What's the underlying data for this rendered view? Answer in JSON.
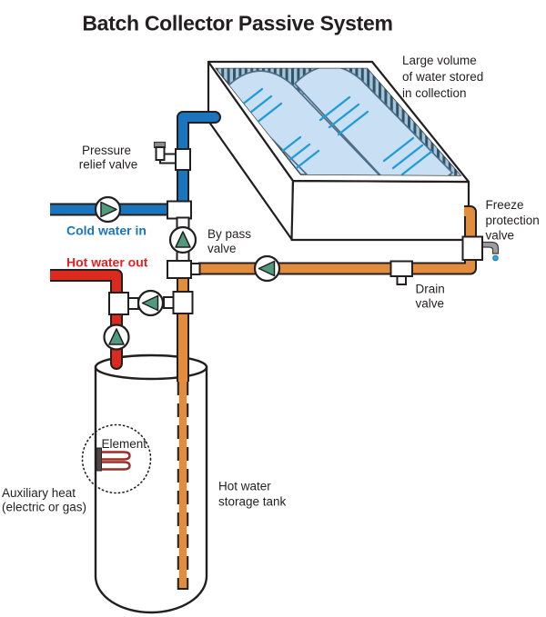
{
  "title": "Batch Collector Passive System",
  "labels": {
    "collector": {
      "lines": [
        "Large volume",
        "of water stored",
        "in collection"
      ]
    },
    "pressure_relief_valve": {
      "lines": [
        "Pressure",
        "relief valve"
      ]
    },
    "cold_water_in": {
      "text": "Cold water in",
      "color": "#1B75BC"
    },
    "hot_water_out": {
      "text": "Hot water out",
      "color": "#E0231F"
    },
    "bypass_valve": {
      "lines": [
        "By pass",
        "valve"
      ]
    },
    "freeze_protection_valve": {
      "lines": [
        "Freeze",
        "protection",
        "valve"
      ]
    },
    "drain_valve": {
      "lines": [
        "Drain",
        "valve"
      ]
    },
    "element": {
      "text": "Element"
    },
    "auxiliary_heat": {
      "lines": [
        "Auxiliary heat",
        "(electric or gas)"
      ]
    },
    "storage_tank": {
      "lines": [
        "Hot water",
        "storage tank"
      ]
    }
  },
  "colors": {
    "cold_pipe": "#1B75BC",
    "hot_pipe": "#DD2A1F",
    "solar_loop_pipe": "#E28C3E",
    "valve_green": "#4E9C7D",
    "glazing_blue": "#C9E0F4",
    "reflection_blue": "#1E9CD8",
    "element_coil_red": "#9E2B25",
    "drip_blue": "#29ABE2"
  },
  "icons": {
    "check_valve_icon": "circle with green flow-direction triangle",
    "pressure_relief_valve_icon": "capped side-arm on pipe fitting",
    "faucet_icon": "gray tap spout with blue drip",
    "drain_valve_icon": "tee fitting with downward stub",
    "heating_element_icon": "red hairpin coil on mounting plate",
    "corrugated_absorber_icon": "striped band inside collector"
  }
}
